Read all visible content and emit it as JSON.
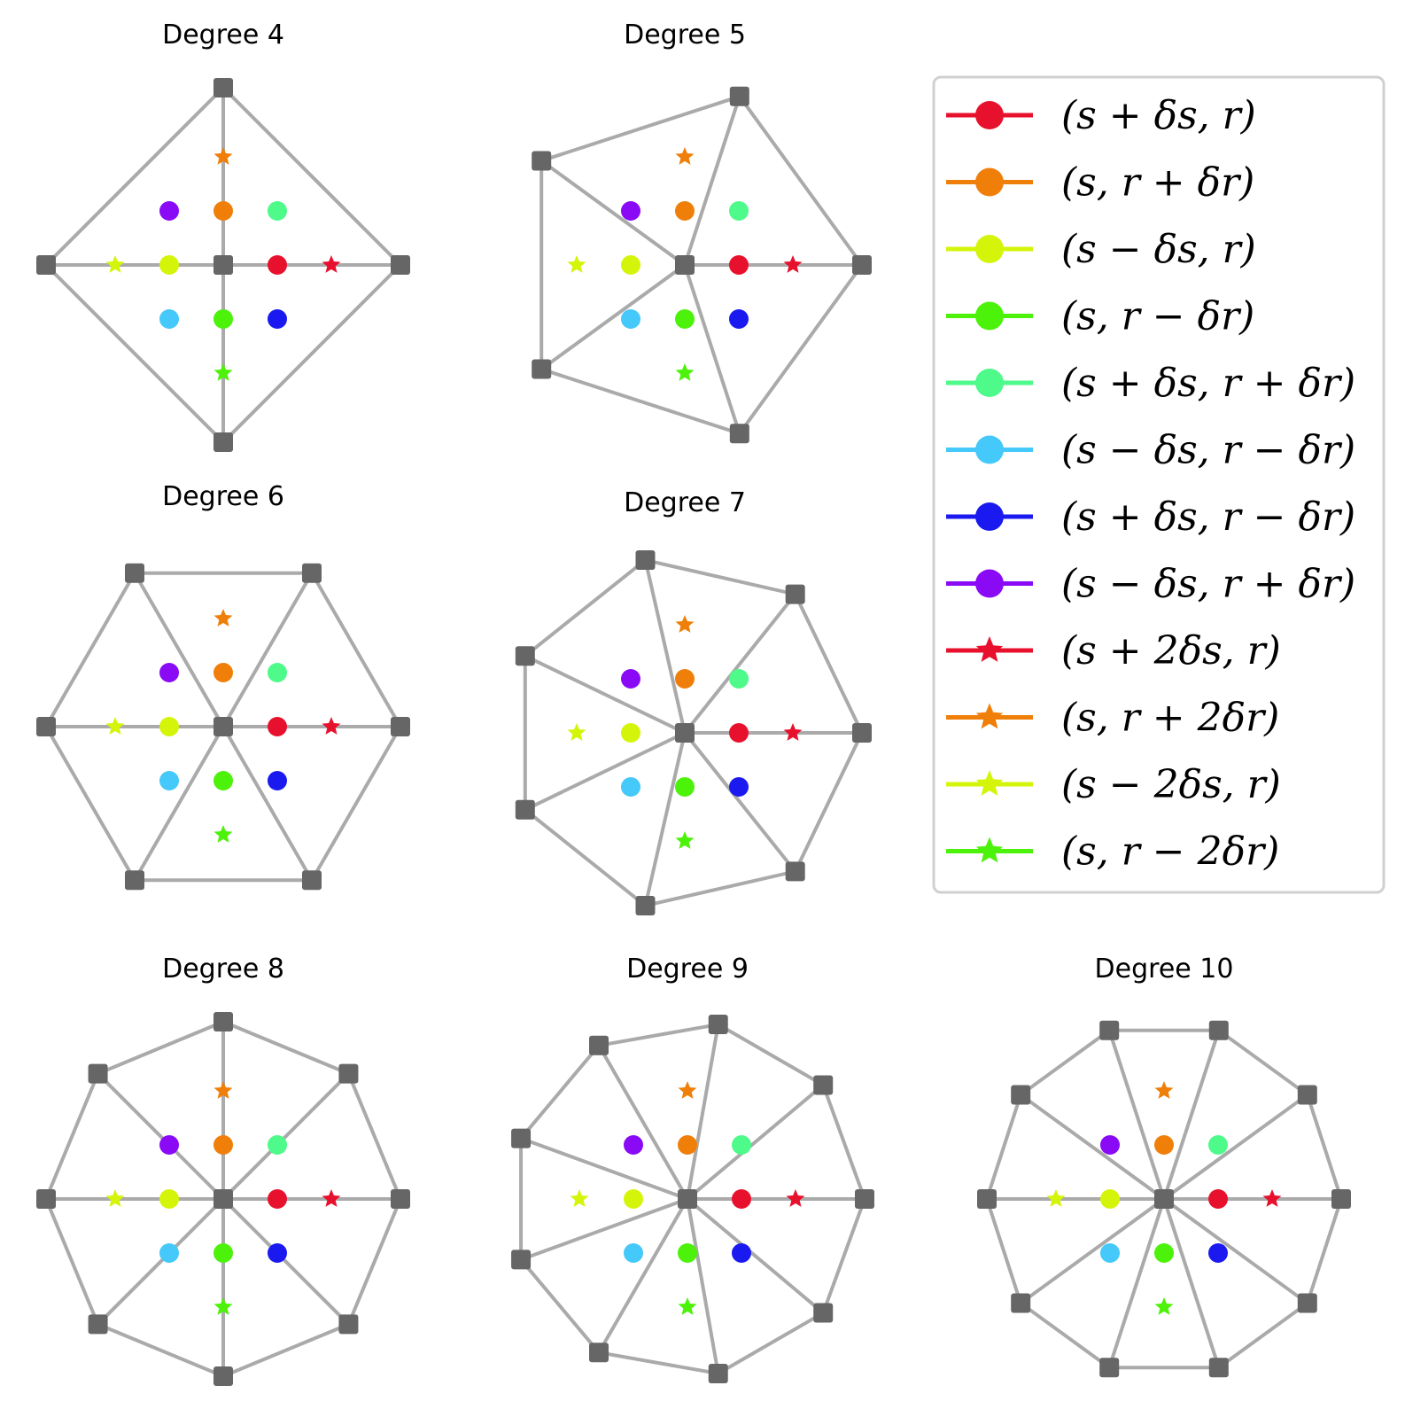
{
  "panels": [
    {
      "title": "Degree 4",
      "degree": 4
    },
    {
      "title": "Degree 5",
      "degree": 5
    },
    {
      "title": "Degree 6",
      "degree": 6
    },
    {
      "title": "Degree 7",
      "degree": 7
    },
    {
      "title": "Degree 8",
      "degree": 8
    },
    {
      "title": "Degree 9",
      "degree": 9
    },
    {
      "title": "Degree 10",
      "degree": 10
    }
  ],
  "legend": [
    {
      "label": "(s + δs, r)",
      "marker": "circle",
      "color": "#e8112d"
    },
    {
      "label": "(s, r + δr)",
      "marker": "circle",
      "color": "#f07f0a"
    },
    {
      "label": "(s − δs, r)",
      "marker": "circle",
      "color": "#d4f50a"
    },
    {
      "label": "(s, r − δr)",
      "marker": "circle",
      "color": "#4cf20a"
    },
    {
      "label": "(s + δs, r + δr)",
      "marker": "circle",
      "color": "#4dfa8a"
    },
    {
      "label": "(s − δs, r − δr)",
      "marker": "circle",
      "color": "#45c8fa"
    },
    {
      "label": "(s + δs, r − δr)",
      "marker": "circle",
      "color": "#1a1af0"
    },
    {
      "label": "(s − δs, r + δr)",
      "marker": "circle",
      "color": "#8a0af5"
    },
    {
      "label": "(s + 2δs, r)",
      "marker": "star",
      "color": "#e8112d"
    },
    {
      "label": "(s, r + 2δr)",
      "marker": "star",
      "color": "#f07f0a"
    },
    {
      "label": "(s − 2δs, r)",
      "marker": "star",
      "color": "#d4f50a"
    },
    {
      "label": "(s, r − 2δr)",
      "marker": "star",
      "color": "#4cf20a"
    }
  ],
  "colors": {
    "edge": "#aaaaaa",
    "node": "#666666"
  }
}
